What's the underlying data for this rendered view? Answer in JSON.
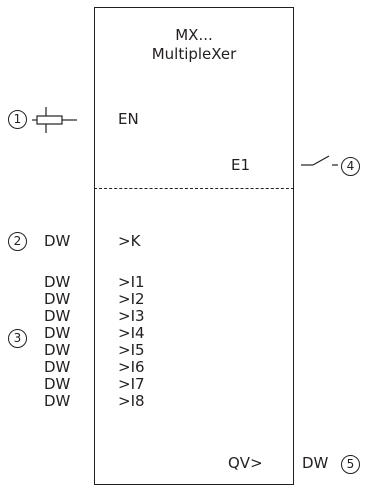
{
  "block": {
    "title_line1": "MX...",
    "title_line2": "MultipleXer"
  },
  "inputs": {
    "enable": "EN",
    "selector": ">K",
    "data": [
      ">I1",
      ">I2",
      ">I3",
      ">I4",
      ">I5",
      ">I6",
      ">I7",
      ">I8"
    ]
  },
  "outputs": {
    "error": "E1",
    "value": "QV>"
  },
  "types": {
    "selector": "DW",
    "data": [
      "DW",
      "DW",
      "DW",
      "DW",
      "DW",
      "DW",
      "DW",
      "DW"
    ],
    "output": "DW"
  },
  "callouts": {
    "enable_coil": "1",
    "selector": "2",
    "data_inputs": "3",
    "error_contact": "4",
    "output": "5"
  },
  "symbols": {
    "enable": "coil-icon",
    "error": "contact-icon",
    "data_group": "bracket-icon"
  },
  "colors": {
    "line": "#231f20",
    "background": "#ffffff"
  }
}
